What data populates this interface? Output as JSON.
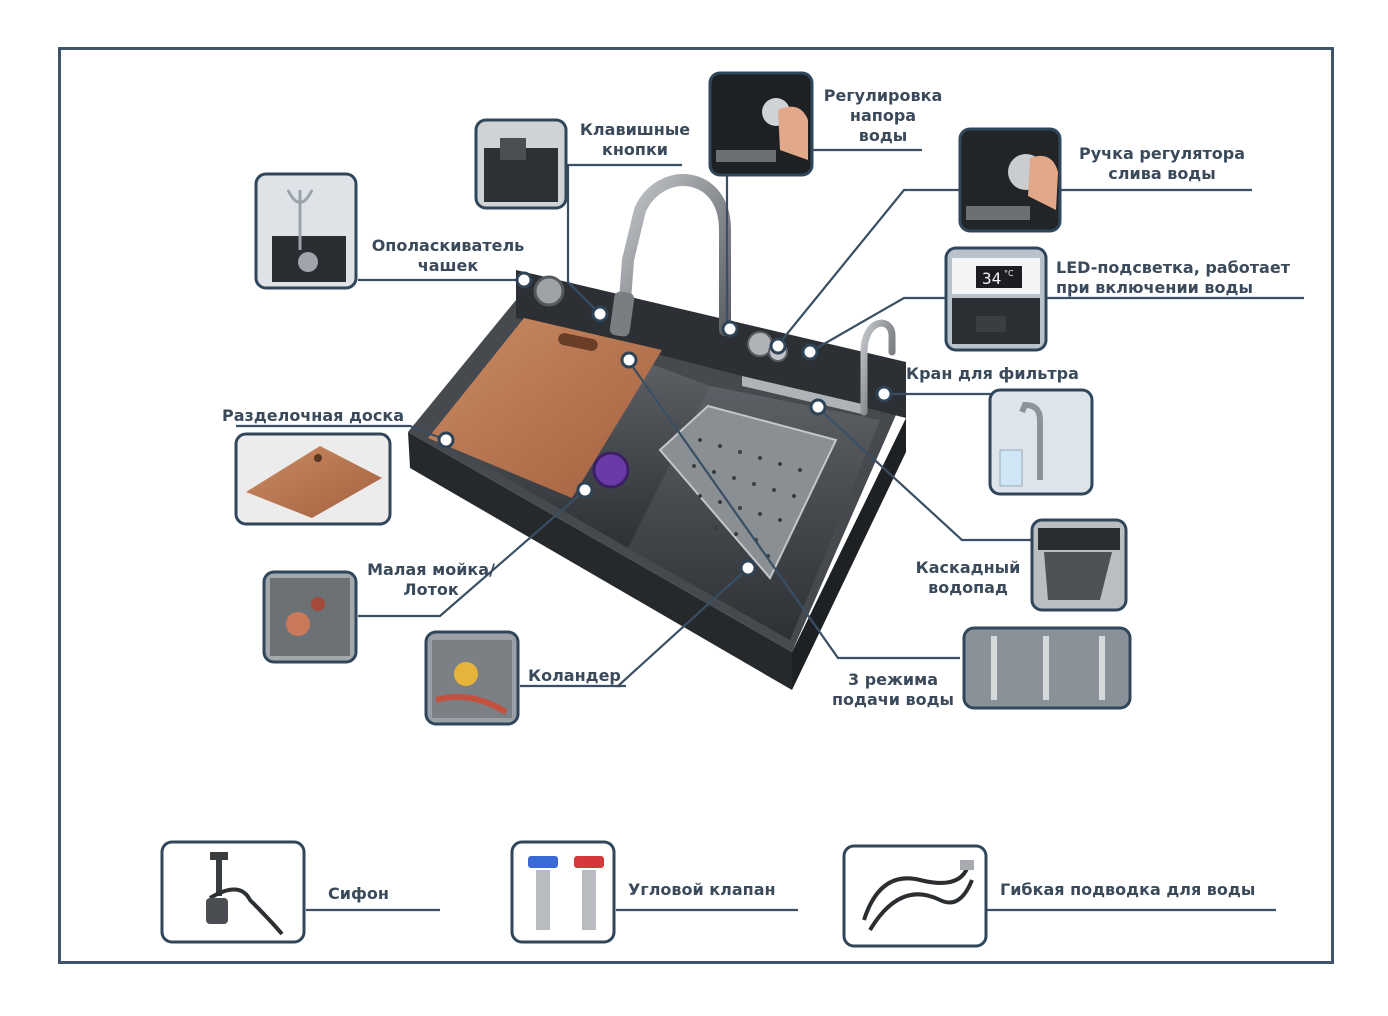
{
  "labels": {
    "cup_rinser": "Ополаскиватель\nчашек",
    "key_buttons": "Клавишные\nкнопки",
    "pressure_control": "Регулировка\nнапора\nводы",
    "drain_knob": "Ручка регулятора\nслива воды",
    "led_light": "LED-подсветка, работает\nпри включении воды",
    "filter_faucet": "Кран для фильтра",
    "cutting_board": "Разделочная доска",
    "small_sink": "Малая мойка/\nЛоток",
    "colander": "Коландер",
    "cascade_waterfall": "Каскадный\nводопад",
    "water_modes": "3 режима\nподачи воды",
    "siphon": "Сифон",
    "angle_valve": "Угловой клапан",
    "flex_hose": "Гибкая подводка для воды"
  },
  "displays": {
    "led_temp": "34",
    "led_unit": "°C"
  },
  "colors": {
    "frame": "#3f5468",
    "callout_line": "#3a4f63",
    "text": "#3a4a5a",
    "sink_body": "#3b3e42"
  }
}
